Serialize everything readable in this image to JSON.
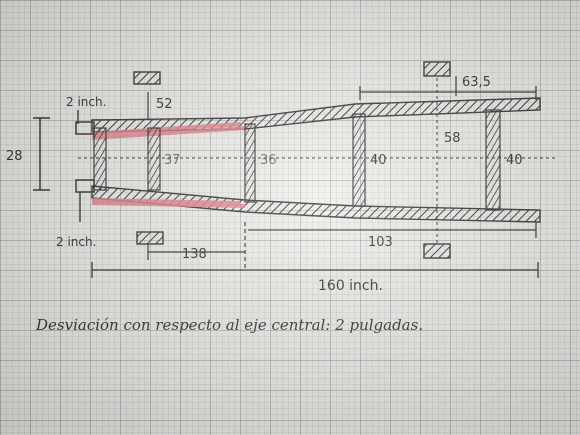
{
  "dimensions": {
    "frame_width_label": "28",
    "offset_top_label": "2 inch.",
    "offset_bottom_label": "2 inch.",
    "width_52": "52",
    "width_37": "37",
    "width_36": "36",
    "width_40_mid": "40",
    "width_40_end": "40",
    "height_58": "58",
    "span_63_5": "63,5",
    "span_138": "138",
    "span_103": "103",
    "total_length": "160 inch."
  },
  "caption": "Desviación con respecto al eje central: 2 pulgadas.",
  "colors": {
    "ink": "#2a2a2a",
    "pencil_red": "#e07a86"
  }
}
